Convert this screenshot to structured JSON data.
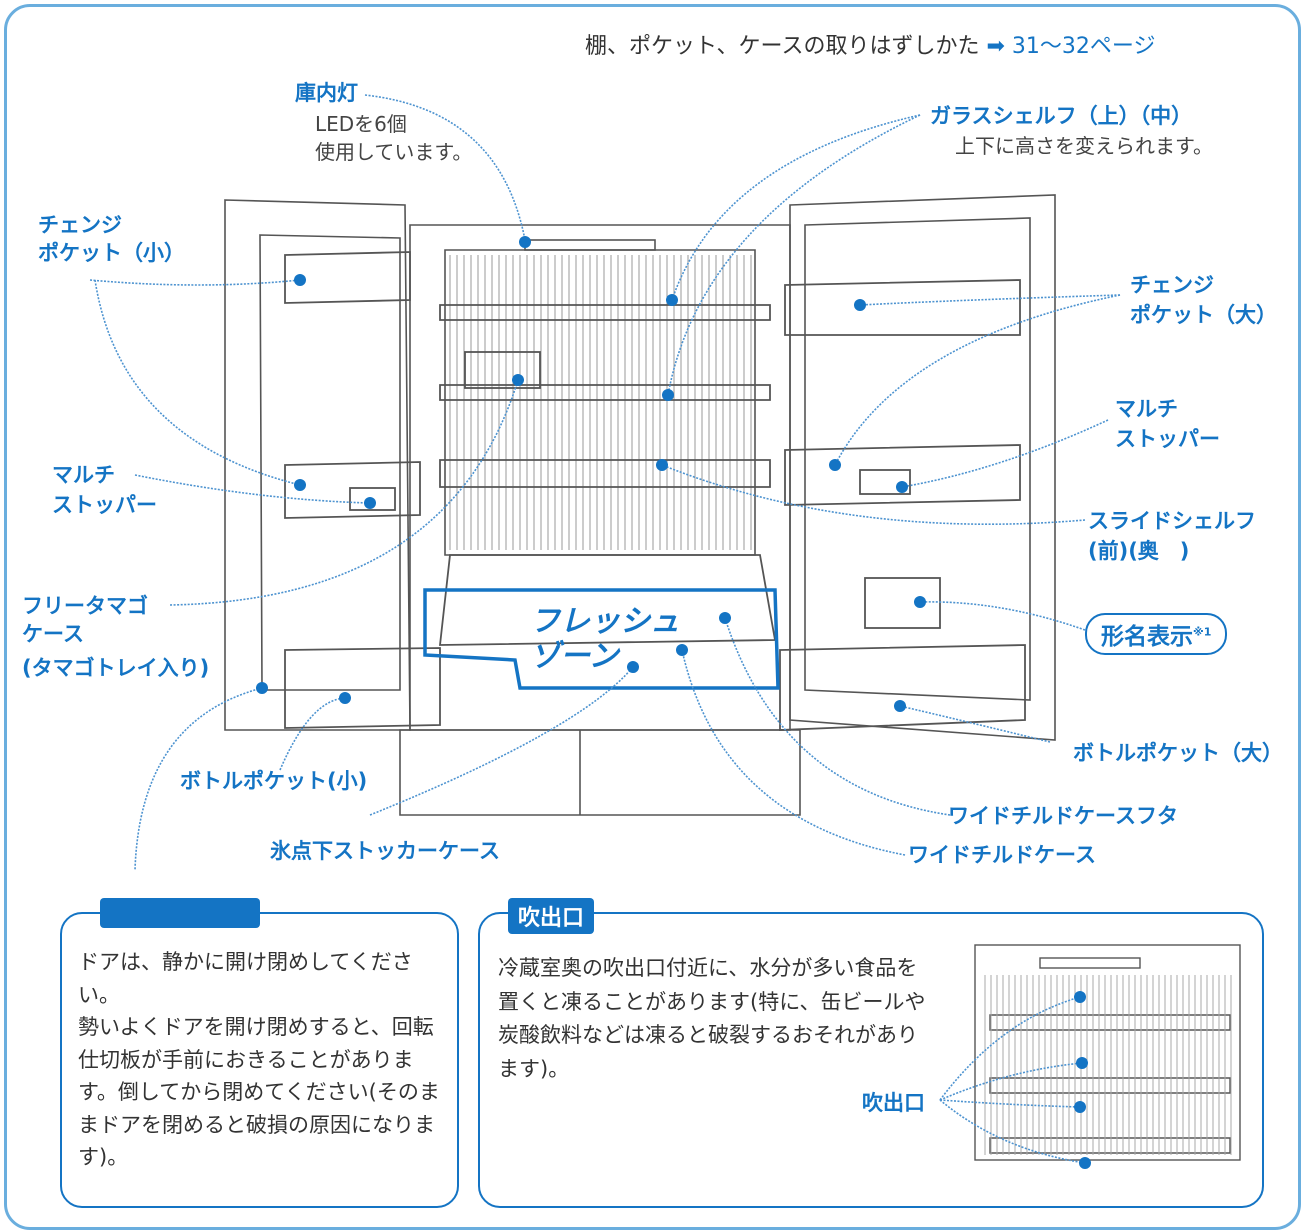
{
  "header": {
    "text": "棚、ポケット、ケースの取りはずしかた",
    "link": "➡ 31〜32ページ"
  },
  "labels": {
    "interior_light": "庫内灯",
    "interior_light_note_1": "LEDを6個",
    "interior_light_note_2": "使用しています。",
    "glass_shelf": "ガラスシェルフ（上）（中）",
    "glass_shelf_note": "上下に高さを変えられます。",
    "change_pocket_small_1": "チェンジ",
    "change_pocket_small_2": "ポケット（小）",
    "change_pocket_large_1": "チェンジ",
    "change_pocket_large_2": "ポケット（大）",
    "multi_stopper_left_1": "マルチ",
    "multi_stopper_left_2": "ストッパー",
    "multi_stopper_right_1": "マルチ",
    "multi_stopper_right_2": "ストッパー",
    "slide_shelf_1": "スライドシェルフ",
    "slide_shelf_2": "(前)(奥　)",
    "egg_case_1": "フリータマゴ",
    "egg_case_2": "ケース",
    "egg_case_3": "(タマゴトレイ入り)",
    "model_display": "形名表示",
    "model_display_mark": "※1",
    "fresh_zone_1": "フレッシュ",
    "fresh_zone_2": "ゾーン",
    "bottle_pocket_large": "ボトルポケット（大）",
    "bottle_pocket_small": "ボトルポケット(小)",
    "wide_chilled_lid": "ワイドチルドケースフタ",
    "wide_chilled_case": "ワイドチルドケース",
    "sub_zero_case": "氷点下ストッカーケース"
  },
  "caution_box": {
    "text_1": "ドアは、静かに開け閉めしてください。",
    "text_2": "勢いよくドアを開け閉めすると、回転仕切板が手前におきることがあります。倒してから閉めてください(そのままドアを閉めると破損の原因になります)。"
  },
  "vent_box": {
    "title": "吹出口",
    "text": "冷蔵室奥の吹出口付近に、水分が多い食品を置くと凍ることがあります(特に、缶ビールや炭酸飲料などは凍ると破裂するおそれがあります)。",
    "vent_label": "吹出口"
  },
  "colors": {
    "accent": "#1474c4",
    "frame": "#6aaede",
    "line": "#555555"
  }
}
